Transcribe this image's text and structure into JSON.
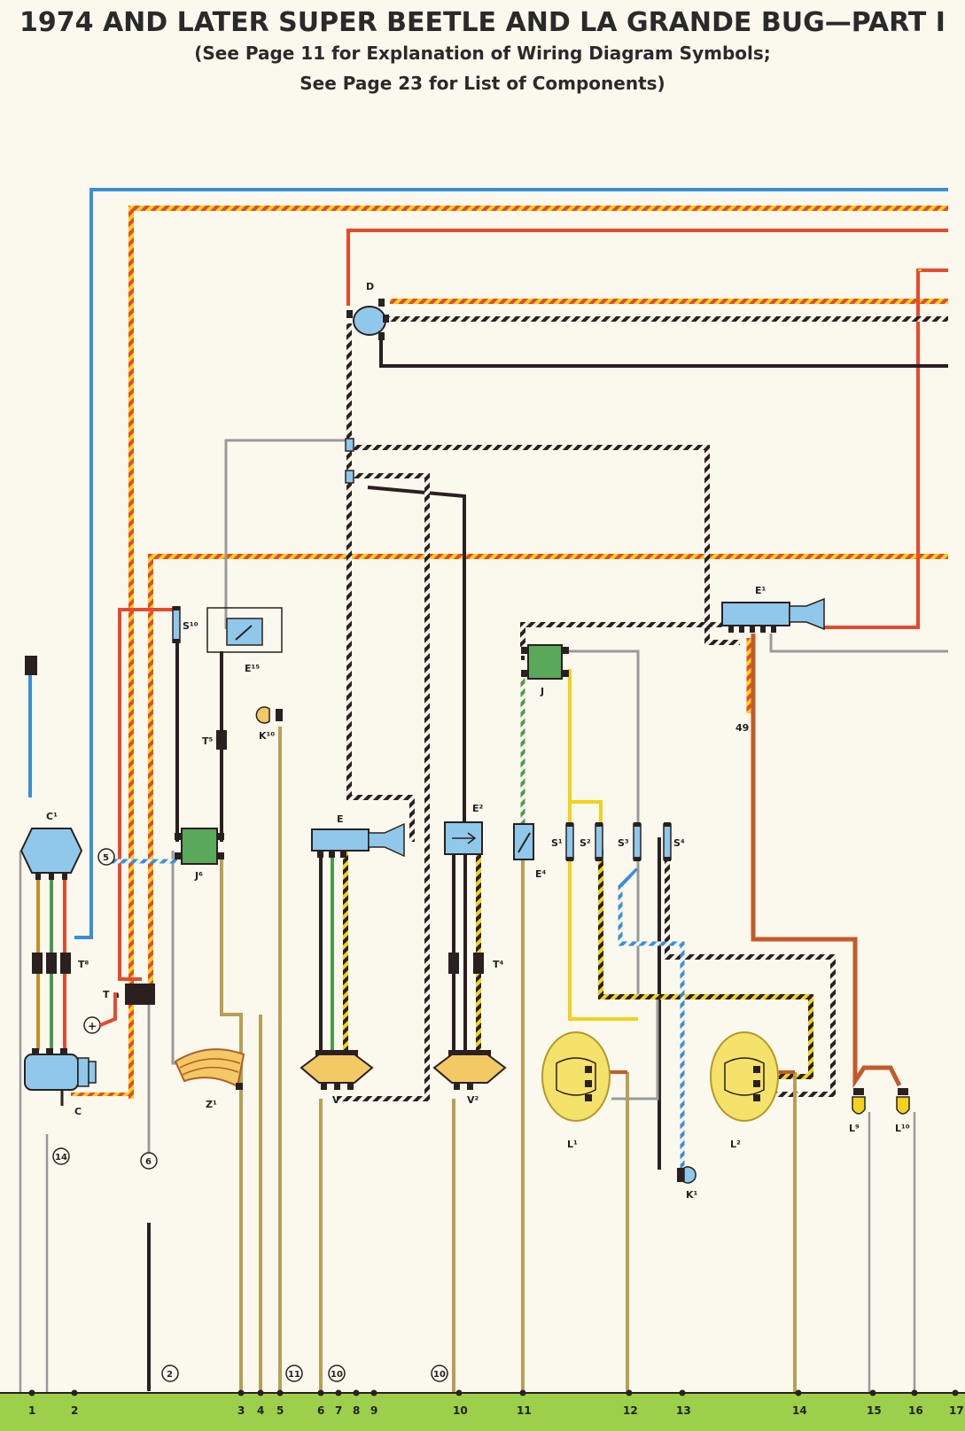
{
  "header": {
    "title": "1974 AND LATER SUPER BEETLE AND LA GRANDE BUG—PART I",
    "subtitle_1": "(See Page 11 for Explanation of Wiring Diagram Symbols;",
    "subtitle_2": "See Page 23 for List of Components)"
  },
  "components": {
    "D": "D",
    "C1": "C¹",
    "T8": "T⁸",
    "Ta": "T a",
    "C": "C",
    "S10": "S¹⁰",
    "E15": "E¹⁵",
    "K10": "K¹⁰",
    "T5": "T⁵",
    "J6": "J⁶",
    "Z1": "Z¹",
    "E": "E",
    "V": "V",
    "E2": "E²",
    "T4": "T⁴",
    "V2": "V²",
    "E4": "E⁴",
    "J": "J",
    "S1": "S¹",
    "S2": "S²",
    "S3": "S³",
    "S4": "S⁴",
    "L1": "L¹",
    "L2": "L²",
    "K1": "K¹",
    "E1": "E¹",
    "L9": "L⁹",
    "L10": "L¹⁰",
    "W49": "49",
    "plus": "+"
  },
  "circled": {
    "c5": "5",
    "c14": "14",
    "c6": "6",
    "c2": "2",
    "c11": "11",
    "c10a": "10",
    "c10b": "10"
  },
  "ground_numbers": [
    "1",
    "2",
    "3",
    "4",
    "5",
    "6",
    "7",
    "8",
    "9",
    "10",
    "11",
    "12",
    "13",
    "14",
    "15",
    "16",
    "17"
  ],
  "colors": {
    "background": "#fbf8ee",
    "ground_strip": "#9ccf4a",
    "wire_blue": "#3a8fd8",
    "wire_red": "#e8492d",
    "wire_yellow": "#f2d21a",
    "wire_black": "#2a2020",
    "wire_brown": "#b7a055",
    "wire_green": "#4a9a4a",
    "component_blue": "#8fc8ea",
    "component_green": "#5aa85a",
    "component_amber": "#f3c964",
    "headlight_yellow": "#f4e26a"
  }
}
